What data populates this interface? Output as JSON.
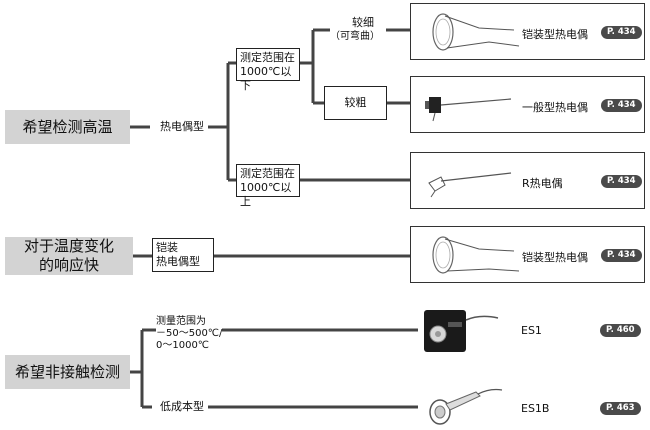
{
  "needs": {
    "high_temp": "希望检测高温",
    "fast_response": [
      "对于温度变化",
      "的响应快"
    ],
    "non_contact": "希望非接触检测"
  },
  "branches": {
    "thermocouple": "热电偶型",
    "range_1000_below": [
      "测定范围在",
      "1000℃以下"
    ],
    "range_1000_above": [
      "测定范围在",
      "1000℃以上"
    ],
    "thin": [
      "较细",
      "（可弯曲）"
    ],
    "thick": "较粗",
    "sheathed_thermocouple": [
      "铠装",
      "热电偶型"
    ],
    "measure_range": [
      "测量范围为",
      "－50～500℃/",
      "0～1000℃"
    ],
    "low_cost": "低成本型"
  },
  "products": [
    {
      "name": "铠装型热电偶",
      "page": "P. 434",
      "icon": "sheathed-thermocouple-icon"
    },
    {
      "name": "一般型热电偶",
      "page": "P. 434",
      "icon": "general-thermocouple-icon"
    },
    {
      "name": "R热电偶",
      "page": "P. 434",
      "icon": "r-thermocouple-icon"
    },
    {
      "name": "铠装型热电偶",
      "page": "P. 434",
      "icon": "sheathed-thermocouple-icon"
    },
    {
      "name": "ES1",
      "page": "P. 460",
      "icon": "es1-sensor-icon"
    },
    {
      "name": "ES1B",
      "page": "P. 463",
      "icon": "es1b-sensor-icon"
    }
  ],
  "colors": {
    "line": "#444444",
    "need_box": "#d3d3d3",
    "badge": "#4a4a4a"
  }
}
